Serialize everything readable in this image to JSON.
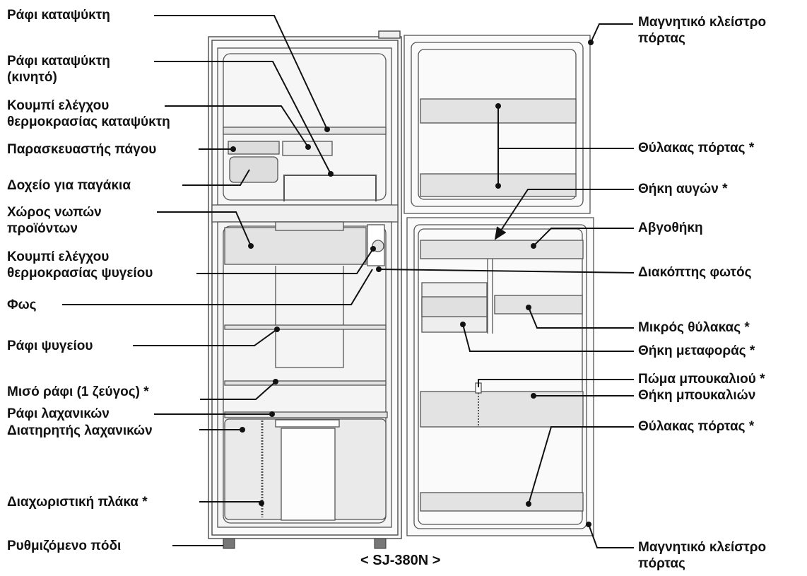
{
  "model": "< SJ-380N >",
  "labels_left": [
    {
      "id": "freezer-shelf",
      "text": "Ράφι καταψύκτη"
    },
    {
      "id": "freezer-shelf-movable",
      "text": "Ράφι καταψύκτη\n(κινητό)"
    },
    {
      "id": "freezer-temp-knob",
      "text": "Κουμπί ελέγχου\nθερμοκρασίας καταψύκτη"
    },
    {
      "id": "ice-maker",
      "text": "Παρασκευαστής πάγου"
    },
    {
      "id": "ice-bin",
      "text": "Δοχείο για παγάκια"
    },
    {
      "id": "chilled-room",
      "text": "Χώρος νωπών\nπροϊόντων"
    },
    {
      "id": "fridge-temp-knob",
      "text": "Κουμπί ελέγχου\nθερμοκρασίας ψυγείου"
    },
    {
      "id": "light",
      "text": "Φως"
    },
    {
      "id": "fridge-shelf",
      "text": "Ράφι ψυγείου"
    },
    {
      "id": "half-shelf",
      "text": "Μισό ράφι (1 ζεύγος) *"
    },
    {
      "id": "crisper-shelf",
      "text": "Ράφι λαχανικών"
    },
    {
      "id": "crisper",
      "text": "Διατηρητής λαχανικών"
    },
    {
      "id": "divider",
      "text": "Διαχωριστική πλάκα *"
    },
    {
      "id": "adjustable-foot",
      "text": "Ρυθμιζόμενο πόδι"
    }
  ],
  "labels_right": [
    {
      "id": "door-seal-top",
      "text": "Μαγνητικό κλείστρο\nπόρτας"
    },
    {
      "id": "door-pocket-top",
      "text": "Θύλακας πόρτας *"
    },
    {
      "id": "egg-case",
      "text": "Θήκη αυγών *"
    },
    {
      "id": "egg-tray",
      "text": "Αβγοθήκη"
    },
    {
      "id": "light-switch",
      "text": "Διακόπτης φωτός"
    },
    {
      "id": "small-pocket",
      "text": "Μικρός θύλακας *"
    },
    {
      "id": "carry-case",
      "text": "Θήκη μεταφοράς *"
    },
    {
      "id": "bottle-stopper",
      "text": "Πώμα μπουκαλιού *"
    },
    {
      "id": "bottle-case",
      "text": "Θήκη μπουκαλιών"
    },
    {
      "id": "door-pocket-bottom",
      "text": "Θύλακας πόρτας *"
    },
    {
      "id": "door-seal-bottom",
      "text": "Μαγνητικό κλείστρο\nπόρτας"
    }
  ],
  "colors": {
    "outline": "#555555",
    "shelf_fill": "#e3e3e3",
    "leader": "#111111",
    "text": "#111111",
    "foot": "#777777"
  }
}
